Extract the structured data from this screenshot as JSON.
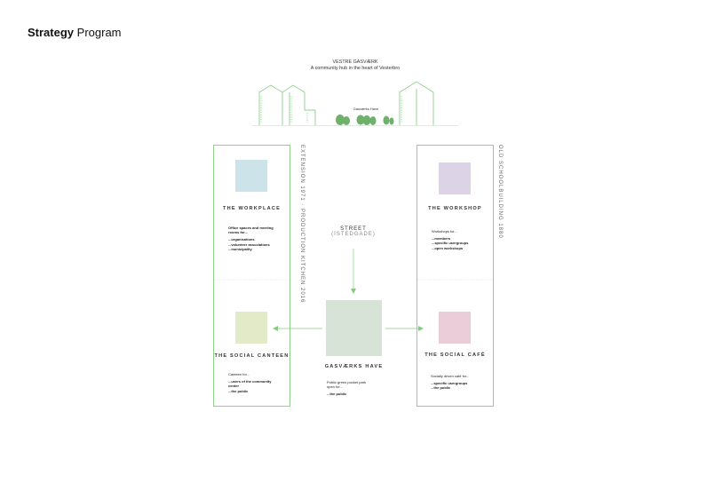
{
  "page": {
    "title_bold": "Strategy",
    "title_light": "Program"
  },
  "hero": {
    "name": "VESTRE GASVÆRK",
    "subtitle": "A community hub in the heart of Vesterbro",
    "park_label": "Gasværks Have"
  },
  "side_labels": {
    "left": "EXTENSION 1971 · PRODUCTION KITCHEN 2016",
    "right": "OLD SCHOOLBUILDING 1880"
  },
  "street": {
    "title": "STREET",
    "subtitle": "(ISTEDGADE)"
  },
  "sections": {
    "workplace": {
      "title": "THE WORKPLACE",
      "intro": "Office spaces and meeting rooms for...",
      "items": [
        "...organisations",
        "...volunteer associations",
        "...municipality"
      ],
      "color": "#cde3ea"
    },
    "workshop": {
      "title": "THE WORKSHOP",
      "intro": "Workshops for...",
      "items": [
        "...members",
        "...specific usergroups",
        "...open workshops"
      ],
      "color": "#ddd3e6"
    },
    "canteen": {
      "title": "THE SOCIAL CANTEEN",
      "intro": "Canteen for...",
      "items": [
        "...users of the community center",
        "...the public"
      ],
      "color": "#e3eac7"
    },
    "garden": {
      "title": "GASVÆRKS HAVE",
      "intro": "Public green pocket park open for...",
      "items": [
        "...the public"
      ],
      "color": "#d6e3d6"
    },
    "cafe": {
      "title": "THE SOCIAL CAFÉ",
      "intro": "Socially driven café for...",
      "items": [
        "...specific usergroups",
        "...the public"
      ],
      "color": "#ebcdd9"
    }
  },
  "colors": {
    "accent_green": "#7fcf7a",
    "elevation_line": "#6cc56a",
    "tree": "#6fb06a"
  }
}
